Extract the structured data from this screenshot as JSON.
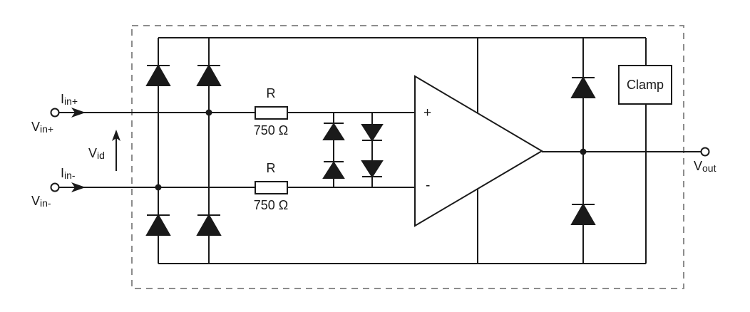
{
  "diagram": {
    "kind": "op-amp input/output protection schematic",
    "colors": {
      "line": "#1a1a1a",
      "boundary_dash": "#8c8c8c",
      "component_fill": "#ffffff"
    },
    "labels": {
      "i_in_plus": {
        "main": "I",
        "sub": "in+"
      },
      "v_in_plus": {
        "main": "V",
        "sub": "in+"
      },
      "v_id": {
        "main": "V",
        "sub": "id"
      },
      "i_in_minus": {
        "main": "I",
        "sub": "in-"
      },
      "v_in_minus": {
        "main": "V",
        "sub": "in-"
      },
      "v_out": {
        "main": "V",
        "sub": "out"
      }
    },
    "components": {
      "resistor_top": {
        "name": "R",
        "value": "750 Ω"
      },
      "resistor_bottom": {
        "name": "R",
        "value": "750 Ω"
      },
      "clamp_block": {
        "label": "Clamp"
      },
      "opamp": {
        "noninverting_label": "+",
        "inverting_label": "-"
      }
    }
  }
}
